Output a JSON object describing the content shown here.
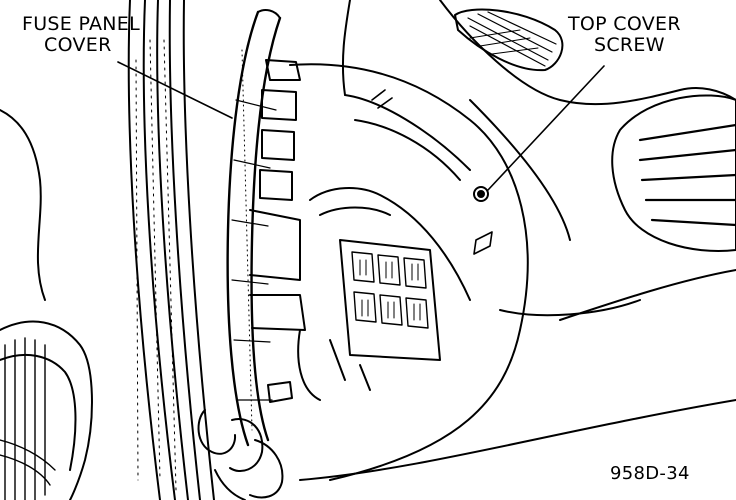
{
  "callouts": {
    "fuse_panel_cover": {
      "line1": "FUSE PANEL",
      "line2": "COVER"
    },
    "top_cover_screw": {
      "line1": "TOP COVER",
      "line2": "SCREW"
    }
  },
  "figure_id": "958D-34",
  "colors": {
    "ink": "#000000",
    "paper": "#ffffff",
    "hatch": "#222222"
  }
}
